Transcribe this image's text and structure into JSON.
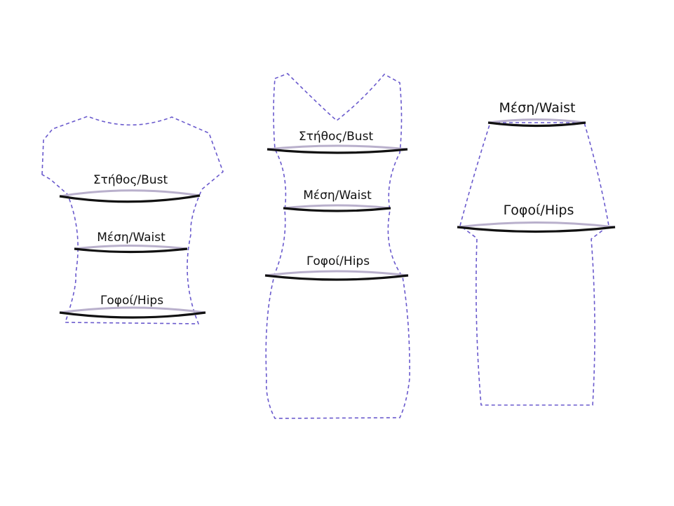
{
  "colors": {
    "outline": "#6a5acd",
    "ring_front": "#111111",
    "ring_back": "#b9b0cc",
    "background": "#ffffff"
  },
  "figures": [
    {
      "garment": "top",
      "measurements": [
        {
          "key": "bust",
          "label": "Στήθος/Bust"
        },
        {
          "key": "waist",
          "label": "Μέση/Waist"
        },
        {
          "key": "hips",
          "label": "Γοφοί/Hips"
        }
      ]
    },
    {
      "garment": "dress",
      "measurements": [
        {
          "key": "bust",
          "label": "Στήθος/Bust"
        },
        {
          "key": "waist",
          "label": "Μέση/Waist"
        },
        {
          "key": "hips",
          "label": "Γοφοί/Hips"
        }
      ]
    },
    {
      "garment": "skirt",
      "measurements": [
        {
          "key": "waist",
          "label": "Μέση/Waist"
        },
        {
          "key": "hips",
          "label": "Γοφοί/Hips"
        }
      ]
    }
  ]
}
